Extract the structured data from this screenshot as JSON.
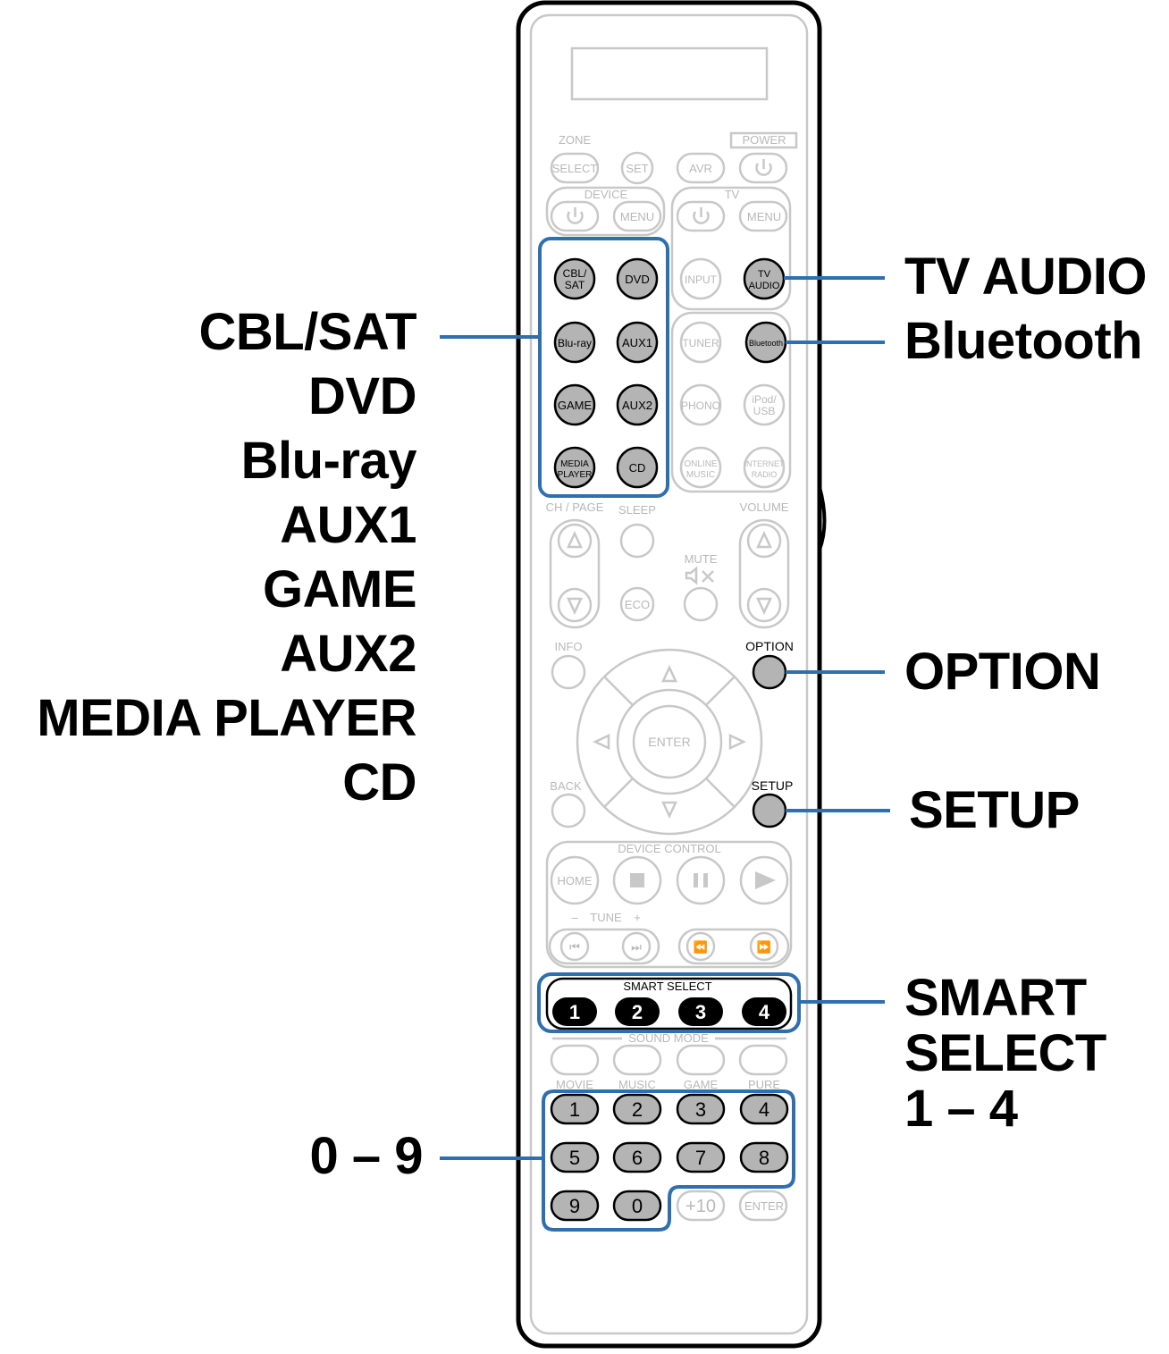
{
  "remote": {
    "labels": {
      "zone": "ZONE",
      "power": "POWER",
      "select": "SELECT",
      "set": "SET",
      "avr": "AVR",
      "device": "DEVICE",
      "tv": "TV",
      "menu": "MENU",
      "input": "INPUT",
      "cbl_sat_l1": "CBL/",
      "cbl_sat_l2": "SAT",
      "dvd": "DVD",
      "tv_audio_l1": "TV",
      "tv_audio_l2": "AUDIO",
      "bluray": "Blu-ray",
      "aux1": "AUX1",
      "tuner": "TUNER",
      "bluetooth": "Bluetooth",
      "game": "GAME",
      "aux2": "AUX2",
      "phono": "PHONO",
      "ipod_l1": "iPod/",
      "ipod_l2": "USB",
      "media_l1": "MEDIA",
      "media_l2": "PLAYER",
      "cd": "CD",
      "online_l1": "ONLINE",
      "online_l2": "MUSIC",
      "internet_l1": "INTERNET",
      "internet_l2": "RADIO",
      "ch_page": "CH / PAGE",
      "sleep": "SLEEP",
      "volume": "VOLUME",
      "mute": "MUTE",
      "eco": "ECO",
      "info": "INFO",
      "option": "OPTION",
      "enter": "ENTER",
      "back": "BACK",
      "setup": "SETUP",
      "device_control": "DEVICE CONTROL",
      "home": "HOME",
      "tune": "TUNE",
      "smart_select": "SMART SELECT",
      "sound_mode": "SOUND MODE",
      "movie": "MOVIE",
      "music": "MUSIC",
      "game_mode": "GAME",
      "pure": "PURE",
      "plus10": "+10",
      "enter_small": "ENTER"
    },
    "smart_numbers": [
      "1",
      "2",
      "3",
      "4"
    ],
    "number_keys": [
      "1",
      "2",
      "3",
      "4",
      "5",
      "6",
      "7",
      "8",
      "9",
      "0"
    ]
  },
  "callouts": {
    "left_group": [
      "CBL/SAT",
      "DVD",
      "Blu-ray",
      "AUX1",
      "GAME",
      "AUX2",
      "MEDIA PLAYER",
      "CD"
    ],
    "digits": "0 – 9",
    "tv_audio": "TV AUDIO",
    "bluetooth": "Bluetooth",
    "option": "OPTION",
    "setup": "SETUP",
    "smart_select": [
      "SMART",
      "SELECT",
      "1 – 4"
    ]
  },
  "colors": {
    "accent_blue": "#2f6fb0",
    "highlight_gray": "#b4b4b4",
    "faded_gray": "#c8c8c8"
  }
}
